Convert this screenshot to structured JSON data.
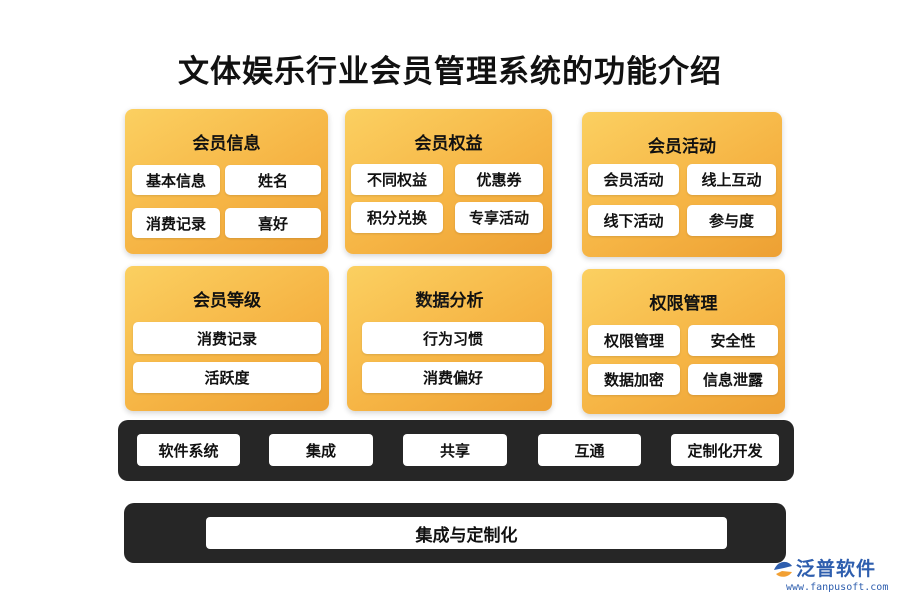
{
  "title": "文体娱乐行业会员管理系统的功能介绍",
  "panels": [
    {
      "title": "会员信息",
      "items": [
        "基本信息",
        "姓名",
        "消费记录",
        "喜好"
      ]
    },
    {
      "title": "会员权益",
      "items": [
        "不同权益",
        "优惠券",
        "积分兑换",
        "专享活动"
      ]
    },
    {
      "title": "会员活动",
      "items": [
        "会员活动",
        "线上互动",
        "线下活动",
        "参与度"
      ]
    },
    {
      "title": "会员等级",
      "items": [
        "消费记录",
        "活跃度"
      ]
    },
    {
      "title": "数据分析",
      "items": [
        "行为习惯",
        "消费偏好"
      ]
    },
    {
      "title": "权限管理",
      "items": [
        "权限管理",
        "安全性",
        "数据加密",
        "信息泄露"
      ]
    }
  ],
  "integration_bar": {
    "items": [
      "软件系统",
      "集成",
      "共享",
      "互通",
      "定制化开发"
    ]
  },
  "base_bar": {
    "label": "集成与定制化"
  },
  "watermark": "泛普软件",
  "logo": {
    "name": "泛普软件",
    "url": "www.fanpusoft.com"
  },
  "colors": {
    "panel": "#f6b545",
    "dark_bar": "#262626",
    "logo": "#2e5eae"
  }
}
